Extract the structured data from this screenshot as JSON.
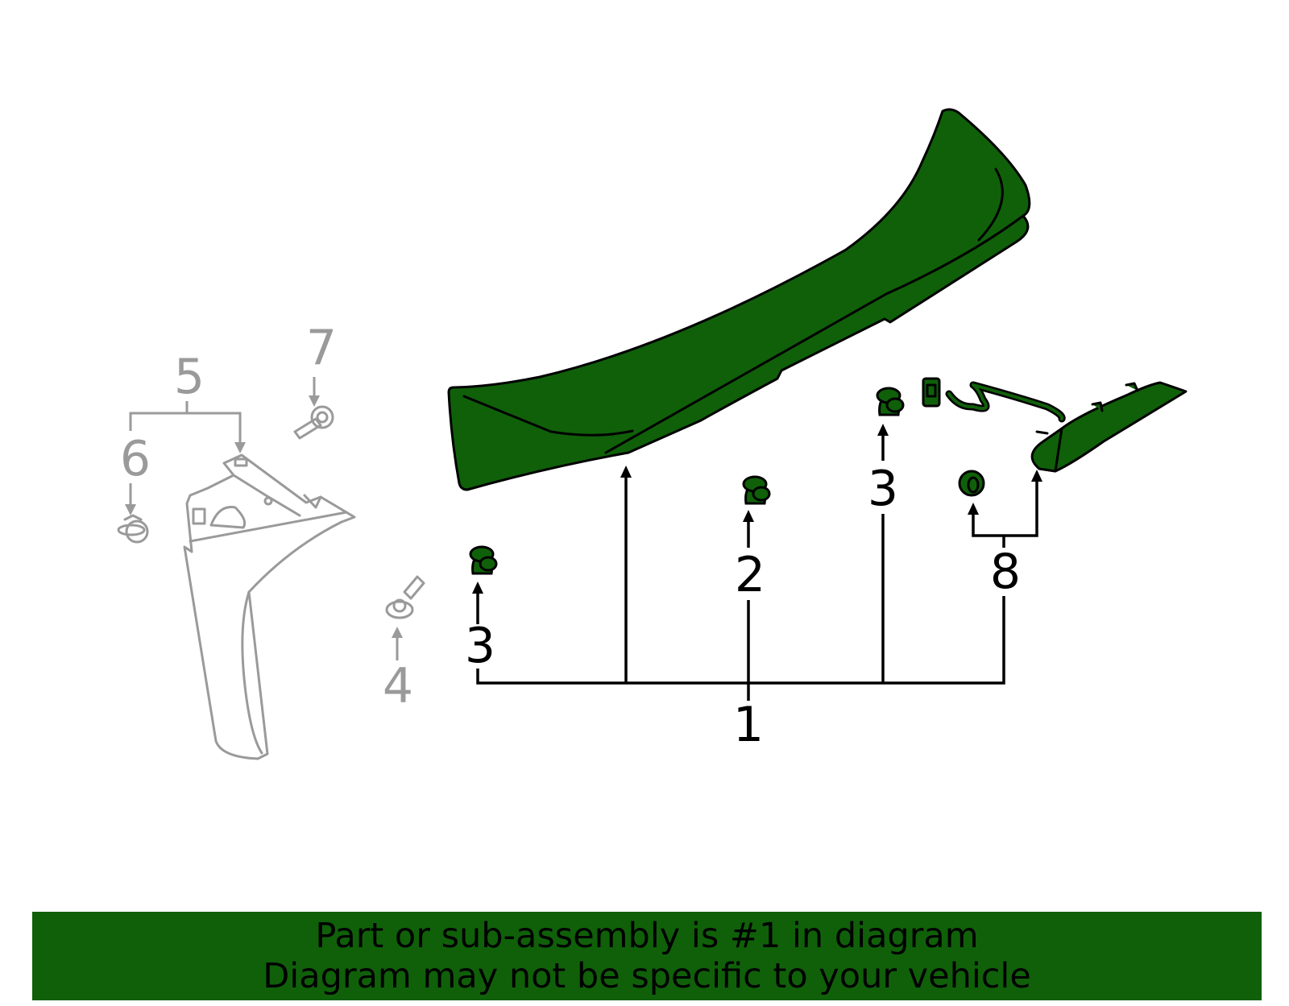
{
  "colors": {
    "highlight": "#10600a",
    "outline": "#000000",
    "ghost": "#9a9a9a",
    "banner_bg": "#10600a",
    "banner_text": "#000000"
  },
  "callouts": {
    "c1": "1",
    "c2": "2",
    "c3a": "3",
    "c3b": "3",
    "c4": "4",
    "c5": "5",
    "c6": "6",
    "c7": "7",
    "c8": "8"
  },
  "banner": {
    "line1": "Part or sub-assembly is #1 in diagram",
    "line2": "Diagram may not be specific to your vehicle"
  }
}
